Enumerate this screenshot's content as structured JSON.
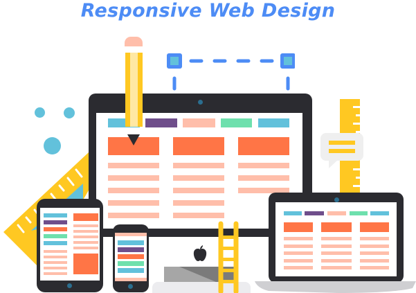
{
  "title": "Responsive Web Design",
  "colors": {
    "title_blue": "#4d8cf5",
    "device_dark": "#2b2b30",
    "screen_white": "#ffffff",
    "cyan": "#62c1db",
    "purple": "#6f4e8b",
    "peach": "#ffbeaa",
    "mint": "#6ee0ad",
    "orange": "#ff7546",
    "yellow": "#ffc822",
    "pale_yellow": "#ffe8a3",
    "blue_frame": "#4d8cf5",
    "grey_stand": "#e9e9ec",
    "camera": "#2b6e8f"
  },
  "illustration": {
    "devices": [
      "desktop-monitor",
      "tablet",
      "smartphone",
      "laptop"
    ],
    "decorations": [
      "pencil",
      "selection-frame",
      "ruler-vertical",
      "set-square-ruler",
      "speech-bubble",
      "ladder",
      "dots"
    ]
  }
}
